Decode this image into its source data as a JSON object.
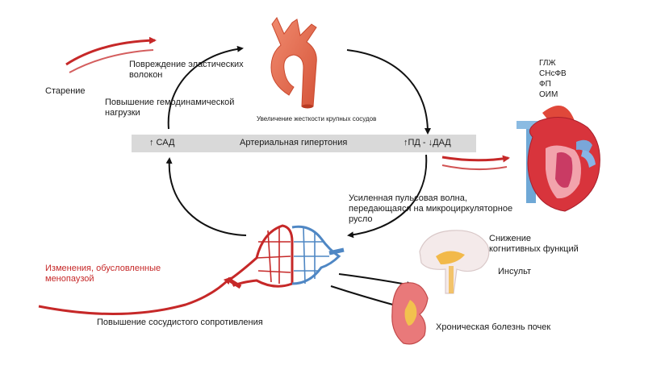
{
  "labels": {
    "aging": "Старение",
    "elastic_damage": "Повреждение эластических волокон",
    "elastic_damage_line1": "Повреждение эластических",
    "elastic_damage_line2": "волокон",
    "hemodynamic_line1": "Повышение гемодинамической",
    "hemodynamic_line2": "нагрузки",
    "stiffness": "Увеличение жесткости крупных сосудов",
    "sbp": "↑ САД",
    "hypertension": "Артериальная гипертония",
    "pp_dbp": "↑ПД - ↓ДАД",
    "pulse_wave_line1": "Усиленная пульсовая волна,",
    "pulse_wave_line2": "передающаяся на микроциркуляторное",
    "pulse_wave_line3": "русло",
    "menopause_line1": "Изменения, обусловленные",
    "menopause_line2": "менопаузой",
    "resistance": "Повышение сосудистого сопротивления",
    "cognitive_line1": "Снижение",
    "cognitive_line2": "когнитивных функций",
    "stroke": "Инсульт",
    "ckd": "Хроническая болезнь почек"
  },
  "heart_outcomes": [
    "ГЛЖ",
    "СНсФВ",
    "ФП",
    "ОИМ"
  ],
  "colors": {
    "accent_red": "#c62828",
    "band_gray": "#d9d9d9",
    "arrow_black": "#111111"
  }
}
